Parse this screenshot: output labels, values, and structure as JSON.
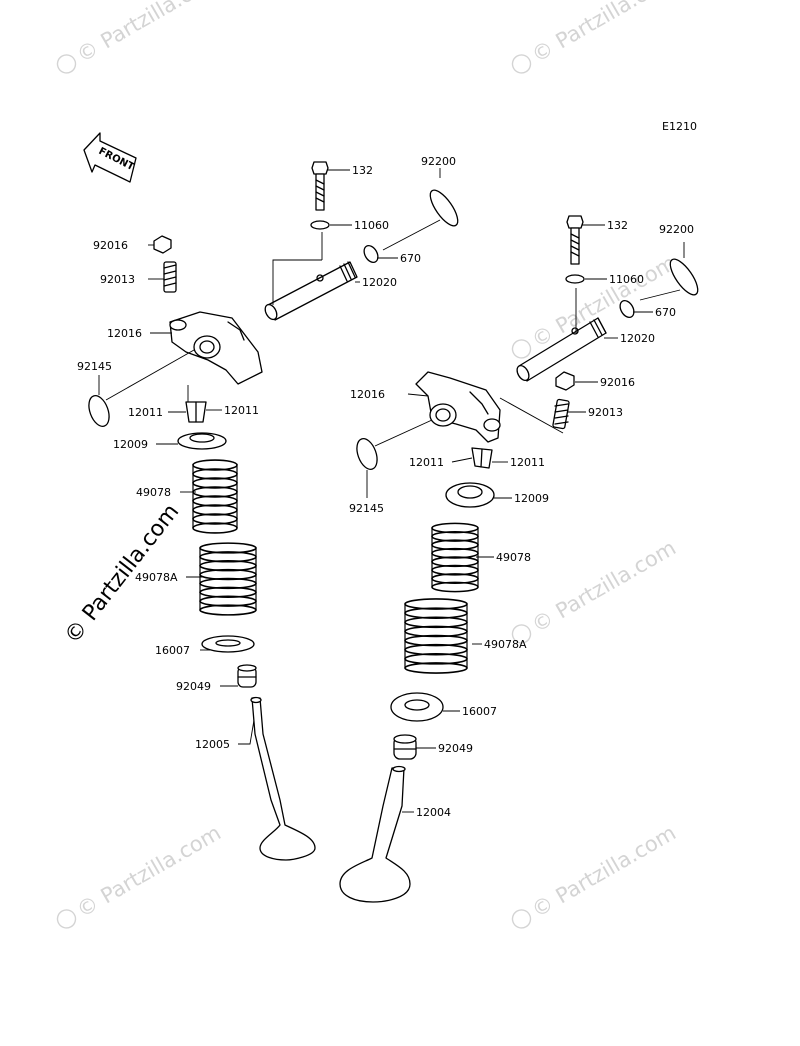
{
  "diagram": {
    "code": "E1210",
    "front_arrow_text": "FRONT",
    "watermark": "© Partzilla.com",
    "watermark_overlay": "© Partzilla.com",
    "labels": {
      "l132": "132",
      "l11060": "11060",
      "l92200": "92200",
      "l670": "670",
      "l12020": "12020",
      "l92016": "92016",
      "l92013": "92013",
      "l12016": "12016",
      "l92145": "92145",
      "l12011a": "12011",
      "l12011b": "12011",
      "l12009": "12009",
      "l49078": "49078",
      "l49078A": "49078A",
      "l16007": "16007",
      "l92049": "92049",
      "l12005": "12005",
      "r132": "132",
      "r11060": "11060",
      "r92200": "92200",
      "r670": "670",
      "r12020": "12020",
      "r92016": "92016",
      "r92013": "92013",
      "r12016": "12016",
      "r92145": "92145",
      "r12011a": "12011",
      "r12011b": "12011",
      "r12009": "12009",
      "r49078": "49078",
      "r49078A": "49078A",
      "r16007": "16007",
      "r92049": "92049",
      "r12004": "12004"
    }
  }
}
